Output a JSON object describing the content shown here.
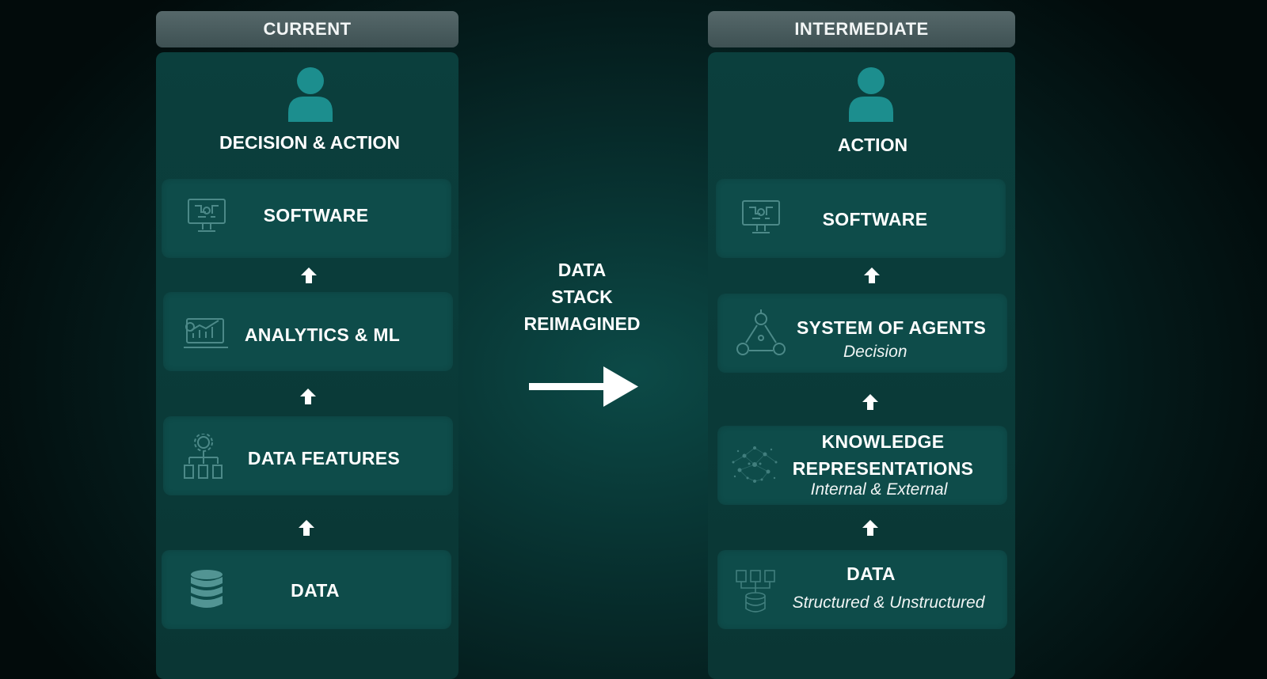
{
  "left_column": {
    "header": "CURRENT",
    "top_label": "DECISION & ACTION",
    "layers": [
      {
        "label": "SOFTWARE",
        "icon": "monitor-circuit-icon"
      },
      {
        "label": "ANALYTICS & ML",
        "icon": "analytics-chart-icon"
      },
      {
        "label": "DATA FEATURES",
        "icon": "gear-hierarchy-icon"
      },
      {
        "label": "DATA",
        "icon": "database-icon"
      }
    ]
  },
  "center": {
    "lines": [
      "DATA",
      "STACK",
      "REIMAGINED"
    ],
    "arrow_icon": "right-arrow-icon"
  },
  "right_column": {
    "header": "INTERMEDIATE",
    "top_label": "ACTION",
    "layers": [
      {
        "label": "SOFTWARE",
        "sub": "",
        "icon": "monitor-circuit-icon"
      },
      {
        "label": "SYSTEM OF AGENTS",
        "sub": "Decision",
        "icon": "agent-network-icon"
      },
      {
        "label_line1": "KNOWLEDGE",
        "label_line2": "REPRESENTATIONS",
        "sub": "Internal & External",
        "icon": "knowledge-graph-icon"
      },
      {
        "label": "DATA",
        "sub": "Structured & Unstructured",
        "icon": "documents-database-icon"
      }
    ]
  },
  "colors": {
    "panel": "#0b3f3d",
    "box": "#0e4c4a",
    "tab": "#4a5d5f",
    "accent_person": "#1c8e8e",
    "text": "#ffffff"
  }
}
